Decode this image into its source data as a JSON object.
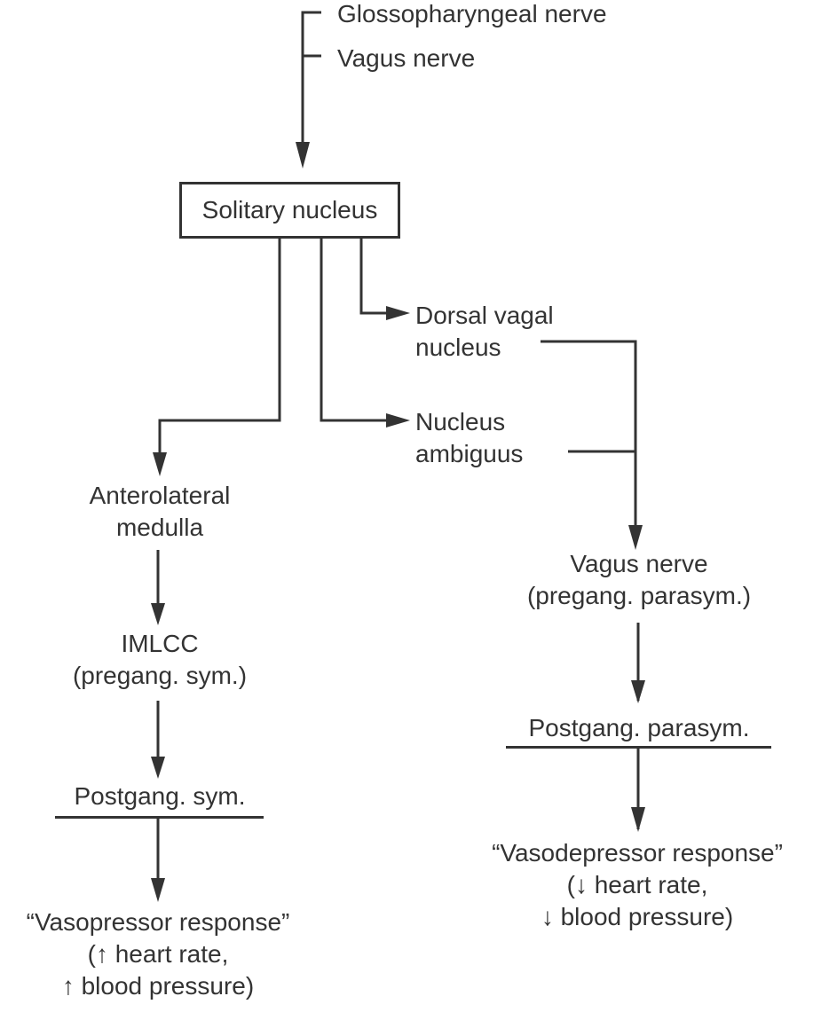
{
  "inputs": [
    "Glossopharyngeal nerve",
    "Vagus nerve"
  ],
  "center_node": "Solitary nucleus",
  "right_branch": {
    "dorsal_vagal": [
      "Dorsal vagal",
      "nucleus"
    ],
    "nucleus_ambiguus": [
      "Nucleus",
      "ambiguus"
    ],
    "vagus_pregang": [
      "Vagus nerve",
      "(pregang. parasym.)"
    ],
    "postgang": "Postgang. parasym.",
    "response": [
      "“Vasodepressor response”",
      "(↓ heart rate,",
      "↓ blood pressure)"
    ]
  },
  "left_branch": {
    "anterolateral": [
      "Anterolateral",
      "medulla"
    ],
    "imlcc": [
      "IMLCC",
      "(pregang. sym.)"
    ],
    "postgang": "Postgang. sym.",
    "response": [
      "“Vasopressor response”",
      "(↑ heart rate,",
      "↑ blood pressure)"
    ]
  },
  "colors": {
    "line": "#333333",
    "text": "#333333",
    "background": "#ffffff"
  }
}
